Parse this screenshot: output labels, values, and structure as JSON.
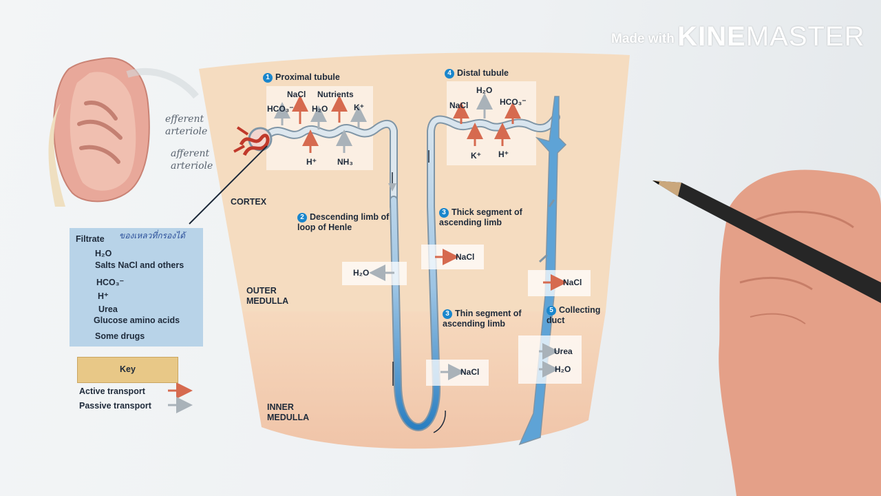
{
  "watermark": {
    "prefix": "Made with",
    "brand_bold": "KINE",
    "brand_light": "MASTER"
  },
  "handwritten": {
    "efferent": "efferent arteriole",
    "afferent": "afferent arteriole",
    "filtrate_note": "ของเหลวที่กรองได้"
  },
  "regions": {
    "cortex": "CORTEX",
    "outer_medulla": "OUTER MEDULLA",
    "inner_medulla": "INNER MEDULLA"
  },
  "segments": {
    "s1": {
      "num": "1",
      "label": "Proximal tubule"
    },
    "s2": {
      "num": "2",
      "label": "Descending limb of loop of Henle"
    },
    "s3a": {
      "num": "3",
      "label": "Thick segment of ascending limb"
    },
    "s3b": {
      "num": "3",
      "label": "Thin segment of ascending limb"
    },
    "s4": {
      "num": "4",
      "label": "Distal tubule"
    },
    "s5": {
      "num": "5",
      "label": "Collecting duct"
    }
  },
  "chem": {
    "nacl": "NaCl",
    "nutrients": "Nutrients",
    "hco3": "HCO₃⁻",
    "h2o": "H₂O",
    "k": "K⁺",
    "h": "H⁺",
    "nh3": "NH₃",
    "urea": "Urea"
  },
  "filtrate": {
    "title": "Filtrate",
    "items": [
      "H₂O",
      "Salts  NaCl and others",
      "HCO₃⁻",
      "H⁺",
      "Urea",
      "Glucose  amino acids",
      "Some drugs"
    ]
  },
  "key": {
    "title": "Key",
    "active": "Active transport",
    "passive": "Passive transport"
  },
  "colors": {
    "active": "#d66a4f",
    "passive": "#a9b2b9",
    "tubule_outline": "#7f95a6",
    "collecting": "#2a86c6",
    "cortex": "#f5dcc0",
    "medulla": "#f2c9b0"
  }
}
